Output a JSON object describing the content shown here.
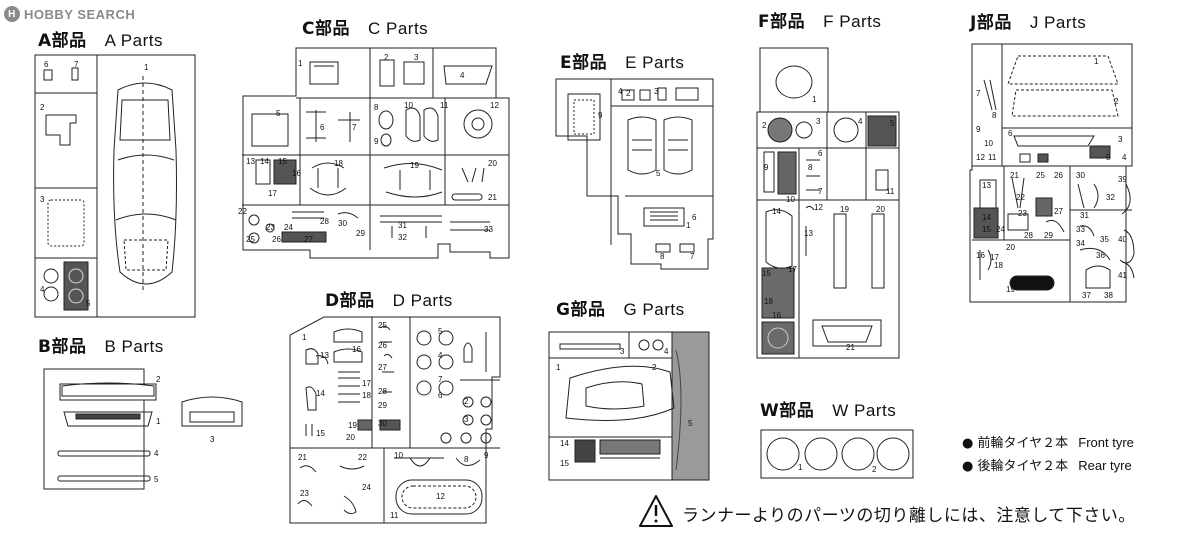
{
  "watermark": {
    "logo_mark": "H",
    "text": "HOBBY SEARCH"
  },
  "sections": [
    {
      "key": "A",
      "jp": "A部品",
      "en": "A Parts"
    },
    {
      "key": "B",
      "jp": "B部品",
      "en": "B Parts"
    },
    {
      "key": "C",
      "jp": "C部品",
      "en": "C Parts"
    },
    {
      "key": "D",
      "jp": "D部品",
      "en": "D Parts"
    },
    {
      "key": "E",
      "jp": "E部品",
      "en": "E Parts"
    },
    {
      "key": "G",
      "jp": "G部品",
      "en": "G Parts"
    },
    {
      "key": "F",
      "jp": "F部品",
      "en": "F Parts"
    },
    {
      "key": "J",
      "jp": "J部品",
      "en": "J Parts"
    },
    {
      "key": "W",
      "jp": "W部品",
      "en": "W Parts"
    }
  ],
  "part_numbers": {
    "A": [
      "1",
      "2",
      "3",
      "4",
      "5",
      "6",
      "7"
    ],
    "B": [
      "1",
      "2",
      "3",
      "4",
      "5"
    ],
    "C": [
      "1",
      "2",
      "3",
      "4",
      "5",
      "6",
      "7",
      "8",
      "9",
      "10",
      "11",
      "12",
      "13",
      "14",
      "15",
      "16",
      "17",
      "18",
      "19",
      "20",
      "21",
      "22",
      "23",
      "24",
      "25",
      "26",
      "27",
      "28",
      "29",
      "30",
      "31",
      "32",
      "33"
    ],
    "D": [
      "1",
      "2",
      "3",
      "4",
      "5",
      "6",
      "7",
      "8",
      "9",
      "10",
      "11",
      "12",
      "13",
      "14",
      "15",
      "16",
      "17",
      "18",
      "19",
      "20",
      "21",
      "22",
      "23",
      "24",
      "25",
      "26",
      "27",
      "28",
      "29",
      "30"
    ],
    "E": [
      "1",
      "2",
      "3",
      "4",
      "5",
      "6",
      "7",
      "8",
      "9"
    ],
    "F": [
      "1",
      "2",
      "3",
      "4",
      "5",
      "6",
      "7",
      "8",
      "9",
      "10",
      "11",
      "12",
      "13",
      "14",
      "15",
      "16",
      "17",
      "18",
      "19",
      "20",
      "21"
    ],
    "G": [
      "1",
      "2",
      "3",
      "4",
      "5",
      "14",
      "15"
    ],
    "J": [
      "1",
      "2",
      "3",
      "4",
      "5",
      "6",
      "7",
      "8",
      "9",
      "10",
      "11",
      "12",
      "13",
      "14",
      "15",
      "16",
      "17",
      "18",
      "19",
      "20",
      "21",
      "22",
      "23",
      "24",
      "25",
      "26",
      "27",
      "28",
      "29",
      "30",
      "31",
      "32",
      "33",
      "34",
      "35",
      "36",
      "37",
      "38",
      "39",
      "40",
      "41"
    ],
    "W": [
      "1",
      "2"
    ]
  },
  "tyres": [
    {
      "jp": "前輪タイヤ２本",
      "en": "Front tyre"
    },
    {
      "jp": "後輪タイヤ２本",
      "en": "Rear tyre"
    }
  ],
  "bullet": "●",
  "warning": {
    "icon": "warning-triangle-icon",
    "text": "ランナーよりのパーツの切り離しには、注意して下さい。"
  }
}
